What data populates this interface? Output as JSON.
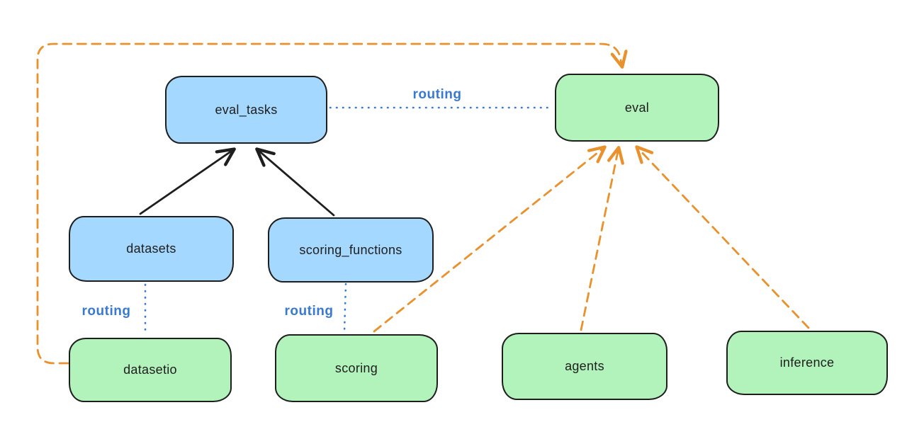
{
  "diagram": {
    "nodes": [
      {
        "id": "eval_tasks",
        "label": "eval_tasks",
        "color": "blue"
      },
      {
        "id": "eval",
        "label": "eval",
        "color": "green"
      },
      {
        "id": "datasets",
        "label": "datasets",
        "color": "blue"
      },
      {
        "id": "scoring_functions",
        "label": "scoring_functions",
        "color": "blue"
      },
      {
        "id": "datasetio",
        "label": "datasetio",
        "color": "green"
      },
      {
        "id": "scoring",
        "label": "scoring",
        "color": "green"
      },
      {
        "id": "agents",
        "label": "agents",
        "color": "green"
      },
      {
        "id": "inference",
        "label": "inference",
        "color": "green"
      }
    ],
    "edges": [
      {
        "from": "datasets",
        "to": "eval_tasks",
        "style": "solid-black-arrow"
      },
      {
        "from": "scoring_functions",
        "to": "eval_tasks",
        "style": "solid-black-arrow"
      },
      {
        "from": "eval_tasks",
        "to": "eval",
        "style": "dotted-blue",
        "label": "routing"
      },
      {
        "from": "datasets",
        "to": "datasetio",
        "style": "dotted-blue",
        "label": "routing"
      },
      {
        "from": "scoring_functions",
        "to": "scoring",
        "style": "dotted-blue",
        "label": "routing"
      },
      {
        "from": "datasetio",
        "to": "eval",
        "style": "dashed-orange-arrow"
      },
      {
        "from": "scoring",
        "to": "eval",
        "style": "dashed-orange-arrow"
      },
      {
        "from": "agents",
        "to": "eval",
        "style": "dashed-orange-arrow"
      },
      {
        "from": "inference",
        "to": "eval",
        "style": "dashed-orange-arrow"
      }
    ],
    "routing_labels": [
      "routing",
      "routing",
      "routing"
    ],
    "colors": {
      "background": "#ffffff",
      "node_blue_fill": "#a5d8ff",
      "node_green_fill": "#b2f2bb",
      "node_stroke": "#1e1e1e",
      "black_arrow": "#1e1e1e",
      "orange_arrow": "#e8912d",
      "routing_blue": "#3979d3"
    }
  }
}
